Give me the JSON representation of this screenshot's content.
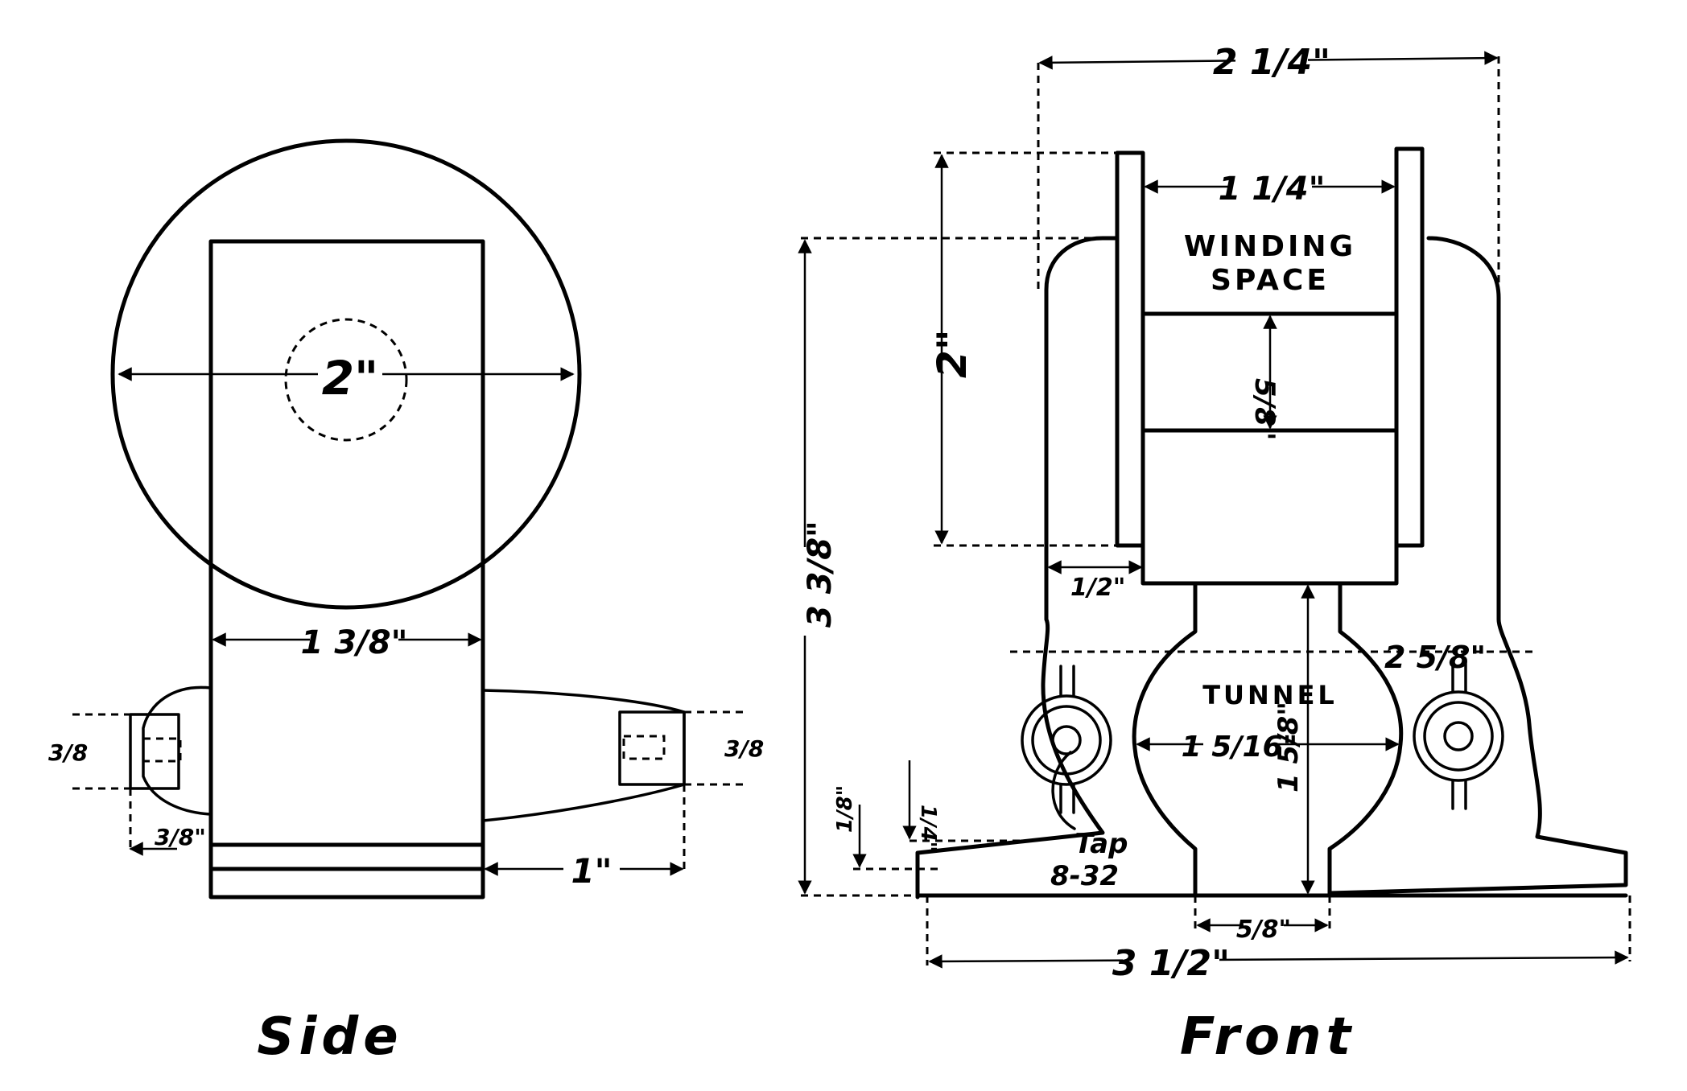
{
  "views": {
    "side": {
      "caption": "Side"
    },
    "front": {
      "caption": "Front"
    }
  },
  "side_dims": {
    "diameter": "2\"",
    "width": "1 3/8\"",
    "lug_left": "3/8",
    "lug_right": "3/8",
    "lug_offset": "3/8\"",
    "lug_length": "1\""
  },
  "front_dims": {
    "overall_top": "2 1/4\"",
    "inner_width": "1 1/4\"",
    "flange_height": "2\"",
    "total_height": "3 3/8\"",
    "core_height": "5/8\"",
    "wall": "1/2\"",
    "tunnel_width": "1 5/16\"",
    "tunnel_height": "1 5/8\"",
    "ear_span": "2 5/8\"",
    "base_step_1": "1/4\"",
    "base_step_2": "1/8\"",
    "base_gap": "5/8\"",
    "base_width": "3 1/2\""
  },
  "labels": {
    "winding_1": "WINDING",
    "winding_2": "SPACE",
    "tunnel": "TUNNEL",
    "tap_1": "Tap",
    "tap_2": "8-32"
  }
}
